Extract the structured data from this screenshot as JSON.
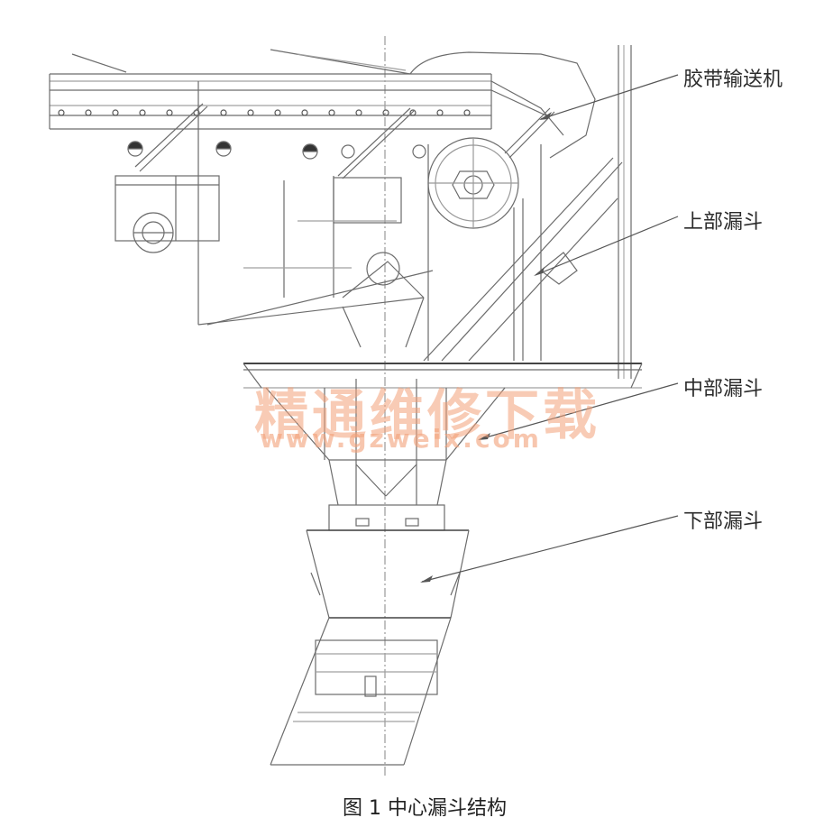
{
  "figure": {
    "caption": "图 1   中心漏斗结构",
    "callouts": [
      {
        "id": "belt-conveyor",
        "text": "胶带输送机"
      },
      {
        "id": "upper-hopper",
        "text": "上部漏斗"
      },
      {
        "id": "middle-hopper",
        "text": "中部漏斗"
      },
      {
        "id": "lower-hopper",
        "text": "下部漏斗"
      }
    ],
    "watermark": {
      "chinese": "精通维修下载",
      "url": "www.gzweix.com"
    },
    "colors": {
      "line": "#6c6c6c",
      "watermark": "#f2a078",
      "text": "#2b2b2b"
    }
  }
}
